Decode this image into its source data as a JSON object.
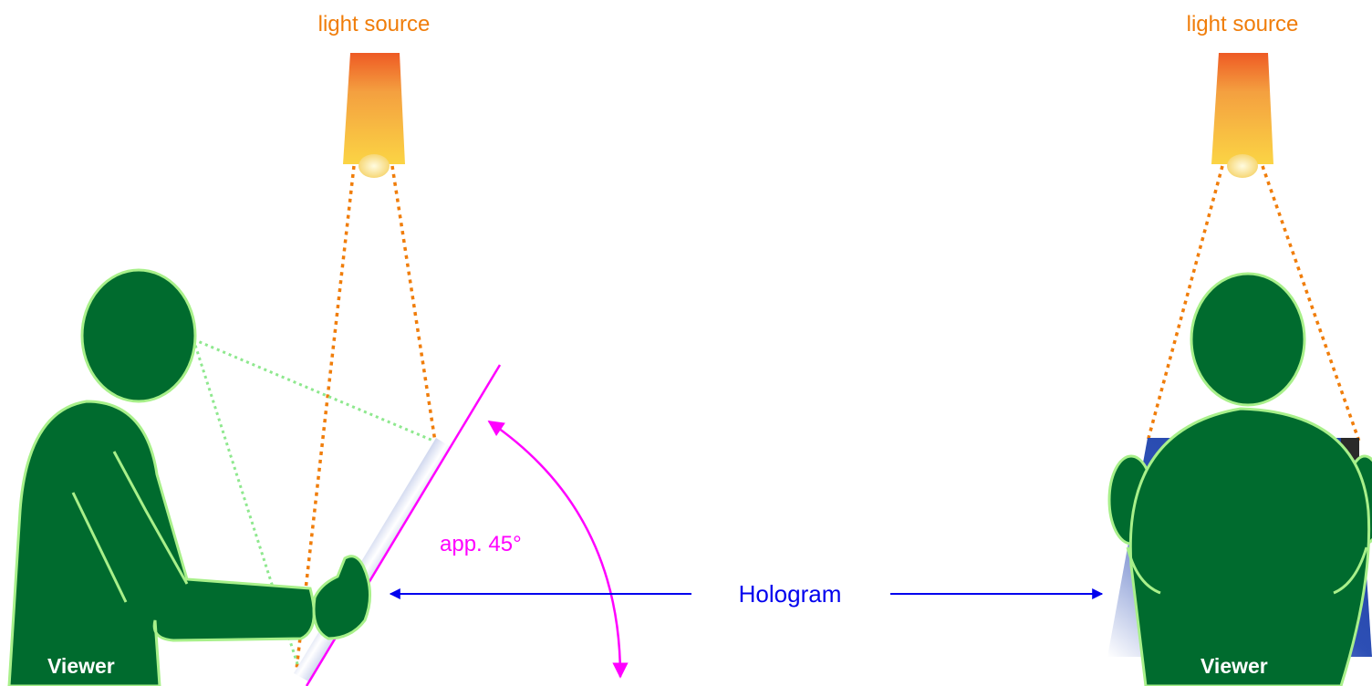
{
  "labels": {
    "light_source_left": "light source",
    "light_source_right": "light source",
    "angle": "app. 45°",
    "hologram": "Hologram",
    "viewer_left": "Viewer",
    "viewer_right": "Viewer"
  },
  "colors": {
    "figure_fill": "#006b2e",
    "figure_outline": "#a8f08a",
    "light_ray": "#f07d0a",
    "sight_line": "#8ee88e",
    "angle_marker": "#ff00ff",
    "hologram_arrow": "#0000ee",
    "hologram_plate": "#1c3f9e"
  },
  "icons": {
    "lamp": "lamp-shade-icon",
    "person": "person-silhouette-icon",
    "plate": "hologram-plate-icon"
  }
}
